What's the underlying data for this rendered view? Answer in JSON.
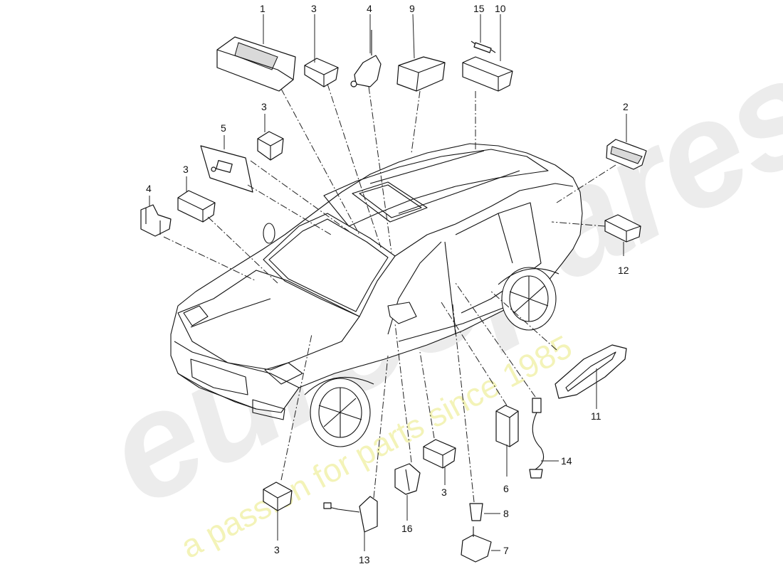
{
  "watermark": {
    "brand": "eurospares",
    "tagline": "a passion for parts since 1985"
  },
  "callouts": {
    "c1": "1",
    "c3a": "3",
    "c4a": "4",
    "c9": "9",
    "c15": "15",
    "c10": "10",
    "c2": "2",
    "c3b": "3",
    "c5": "5",
    "c3c": "3",
    "c4b": "4",
    "c12": "12",
    "c11": "11",
    "c14": "14",
    "c6": "6",
    "c3d": "3",
    "c16": "16",
    "c8": "8",
    "c7": "7",
    "c13": "13",
    "c3e": "3"
  }
}
